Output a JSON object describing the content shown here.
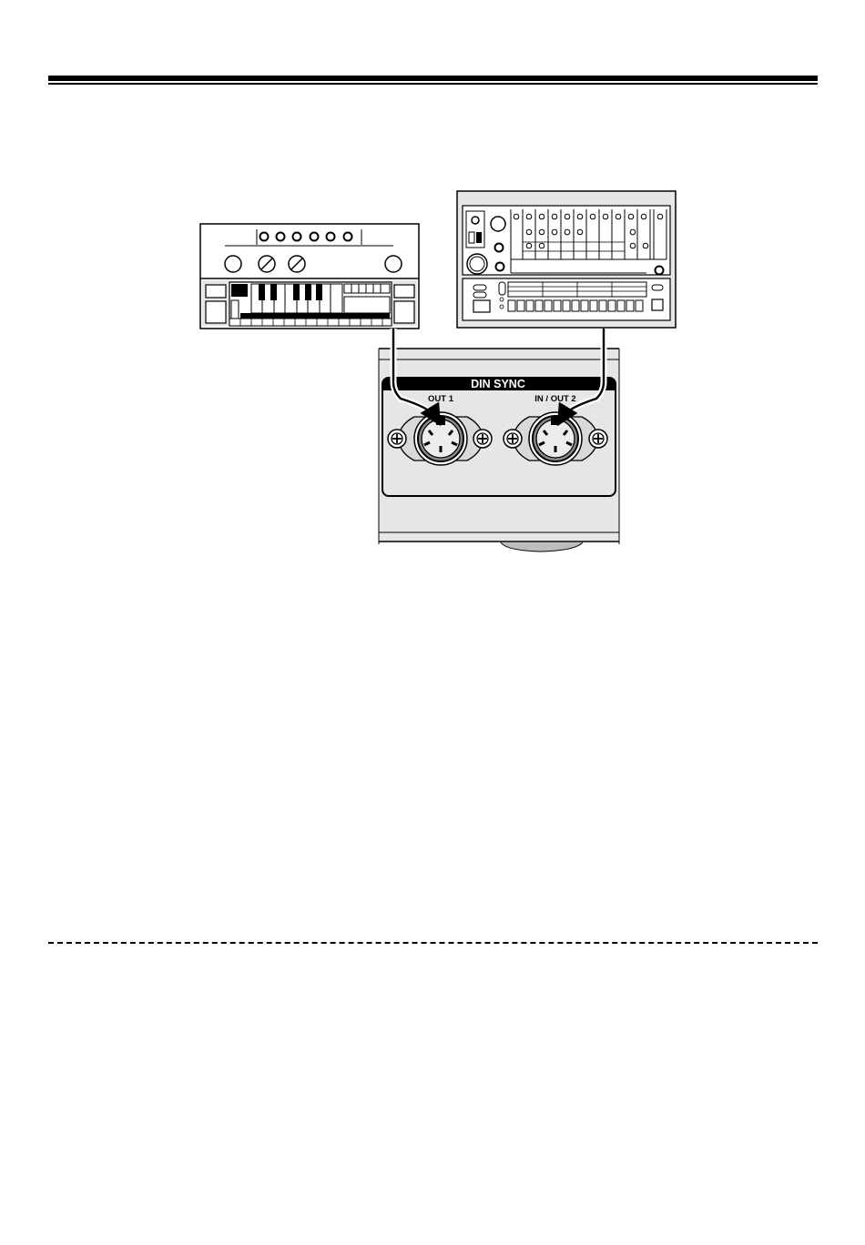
{
  "panel": {
    "section_label": "DIN SYNC",
    "port_out1_label": "OUT 1",
    "port_inout2_label": "IN / OUT 2"
  },
  "colors": {
    "line": "#000000",
    "panel_fill": "#e8e8e8",
    "device_fill": "#ffffff",
    "background": "#ffffff"
  },
  "icons": {
    "left_device": "bass-synth-device-icon",
    "right_device": "drum-machine-device-icon",
    "connector": "din-connector-icon",
    "screw": "screw-icon"
  }
}
